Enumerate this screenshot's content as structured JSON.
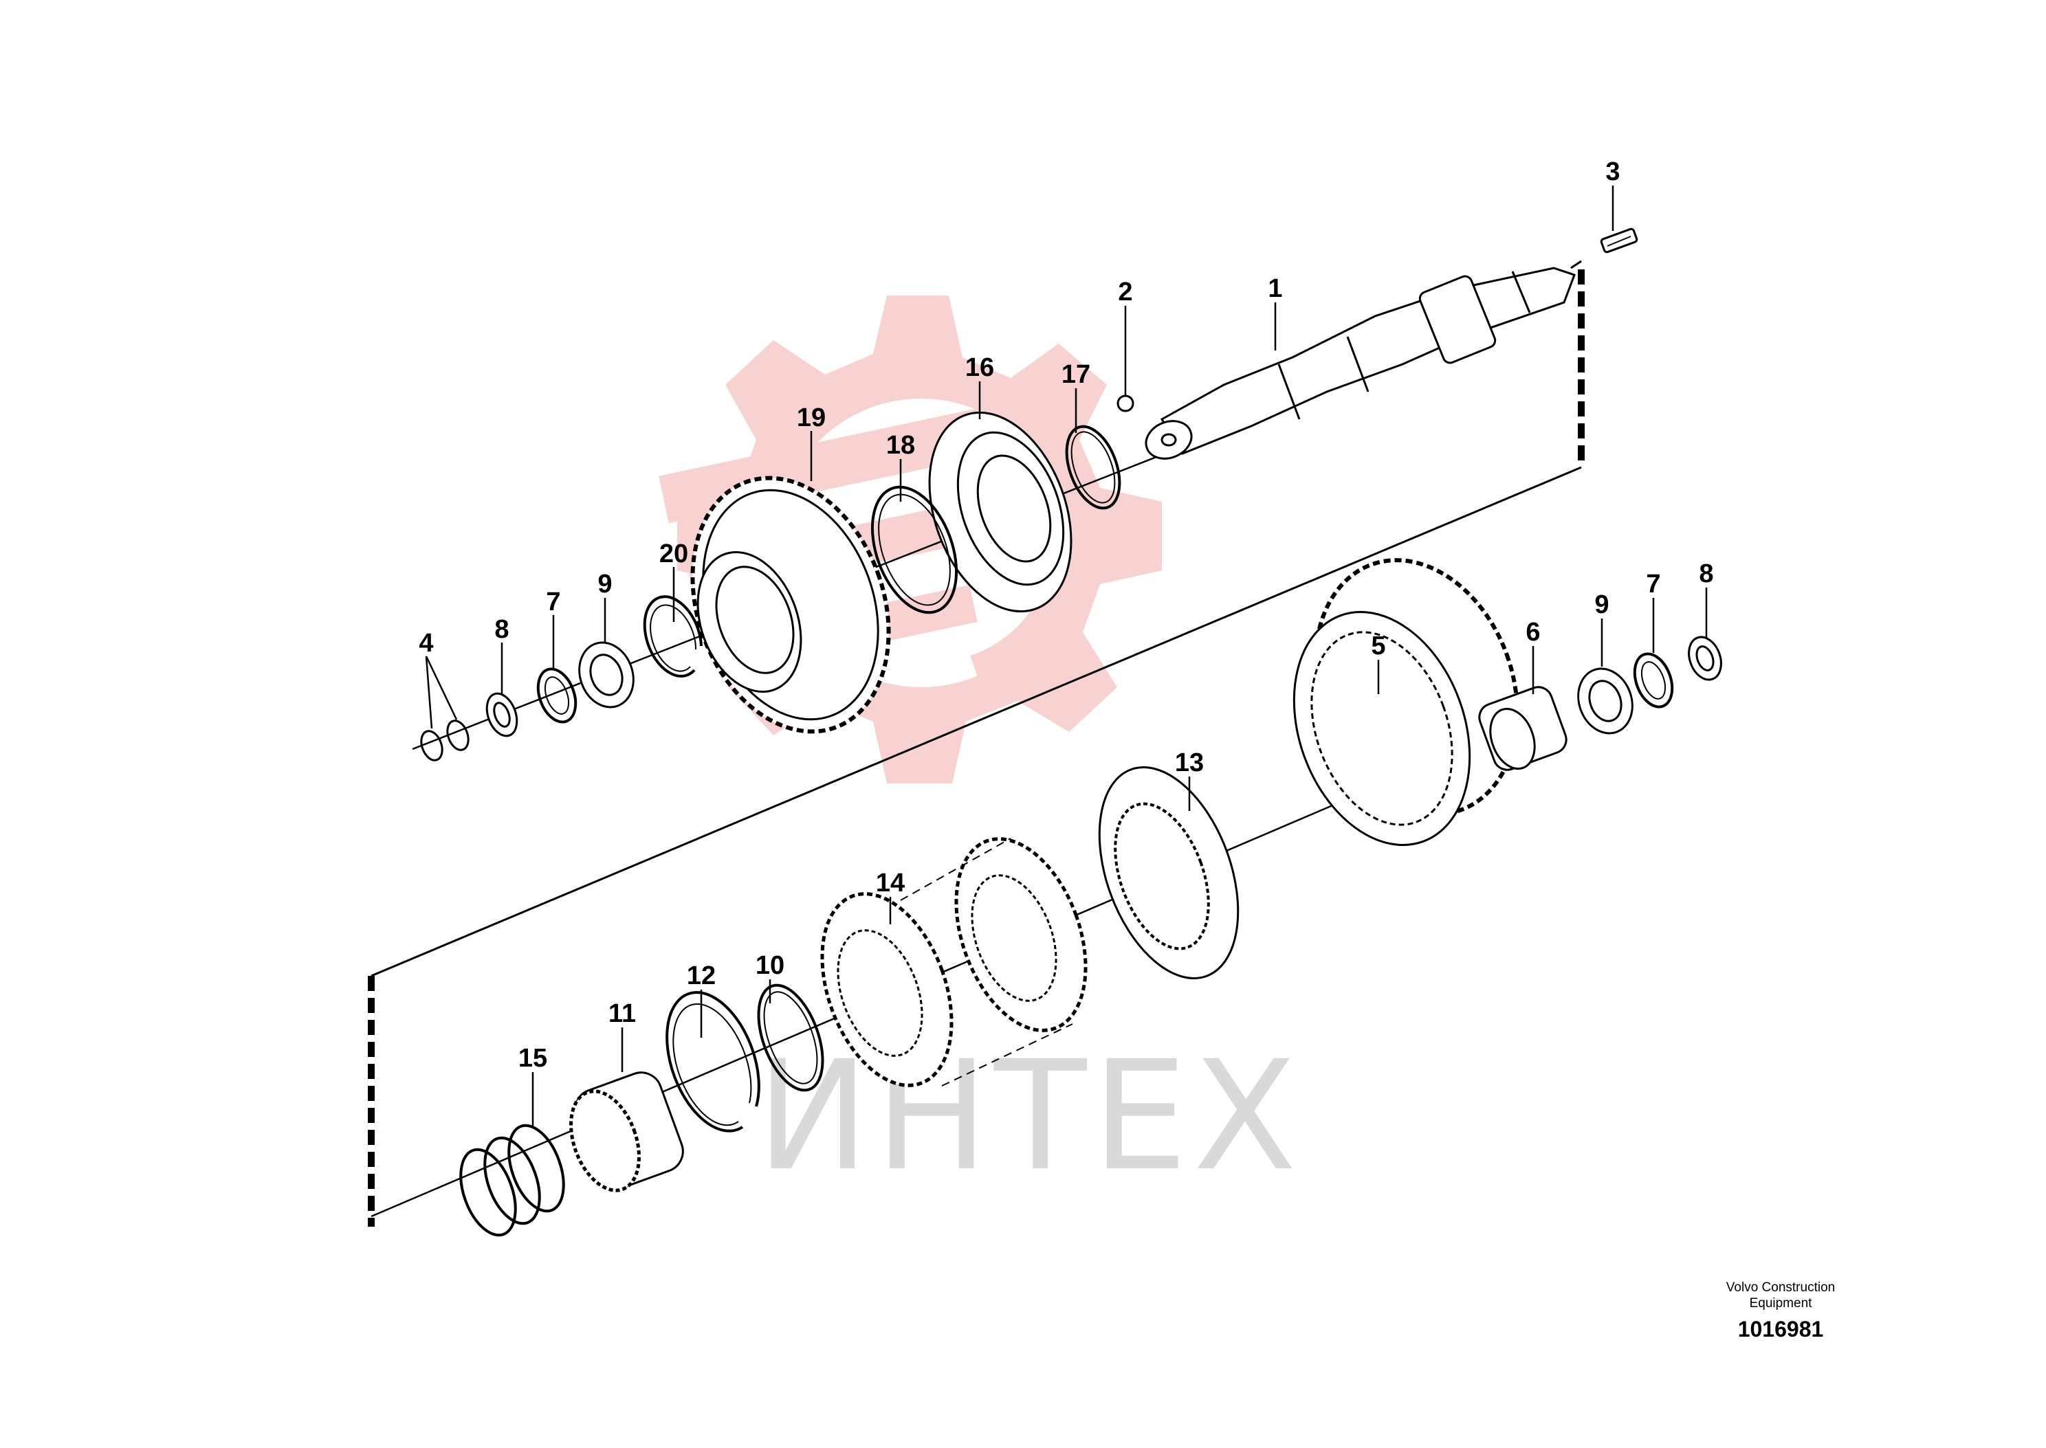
{
  "callouts": [
    {
      "id": "1",
      "label": "1"
    },
    {
      "id": "2",
      "label": "2"
    },
    {
      "id": "3",
      "label": "3"
    },
    {
      "id": "4",
      "label": "4"
    },
    {
      "id": "5",
      "label": "5"
    },
    {
      "id": "6",
      "label": "6"
    },
    {
      "id": "7a",
      "label": "7"
    },
    {
      "id": "7b",
      "label": "7"
    },
    {
      "id": "8a",
      "label": "8"
    },
    {
      "id": "8b",
      "label": "8"
    },
    {
      "id": "9a",
      "label": "9"
    },
    {
      "id": "9b",
      "label": "9"
    },
    {
      "id": "10",
      "label": "10"
    },
    {
      "id": "11",
      "label": "11"
    },
    {
      "id": "12",
      "label": "12"
    },
    {
      "id": "13",
      "label": "13"
    },
    {
      "id": "14",
      "label": "14"
    },
    {
      "id": "15",
      "label": "15"
    },
    {
      "id": "16",
      "label": "16"
    },
    {
      "id": "17",
      "label": "17"
    },
    {
      "id": "18",
      "label": "18"
    },
    {
      "id": "19",
      "label": "19"
    },
    {
      "id": "20",
      "label": "20"
    }
  ],
  "credit": {
    "line1": "Volvo Construction",
    "line2": "Equipment",
    "number": "1016981"
  },
  "watermark": {
    "text": "ИНТЕХ",
    "color": "#f7c9c9"
  }
}
